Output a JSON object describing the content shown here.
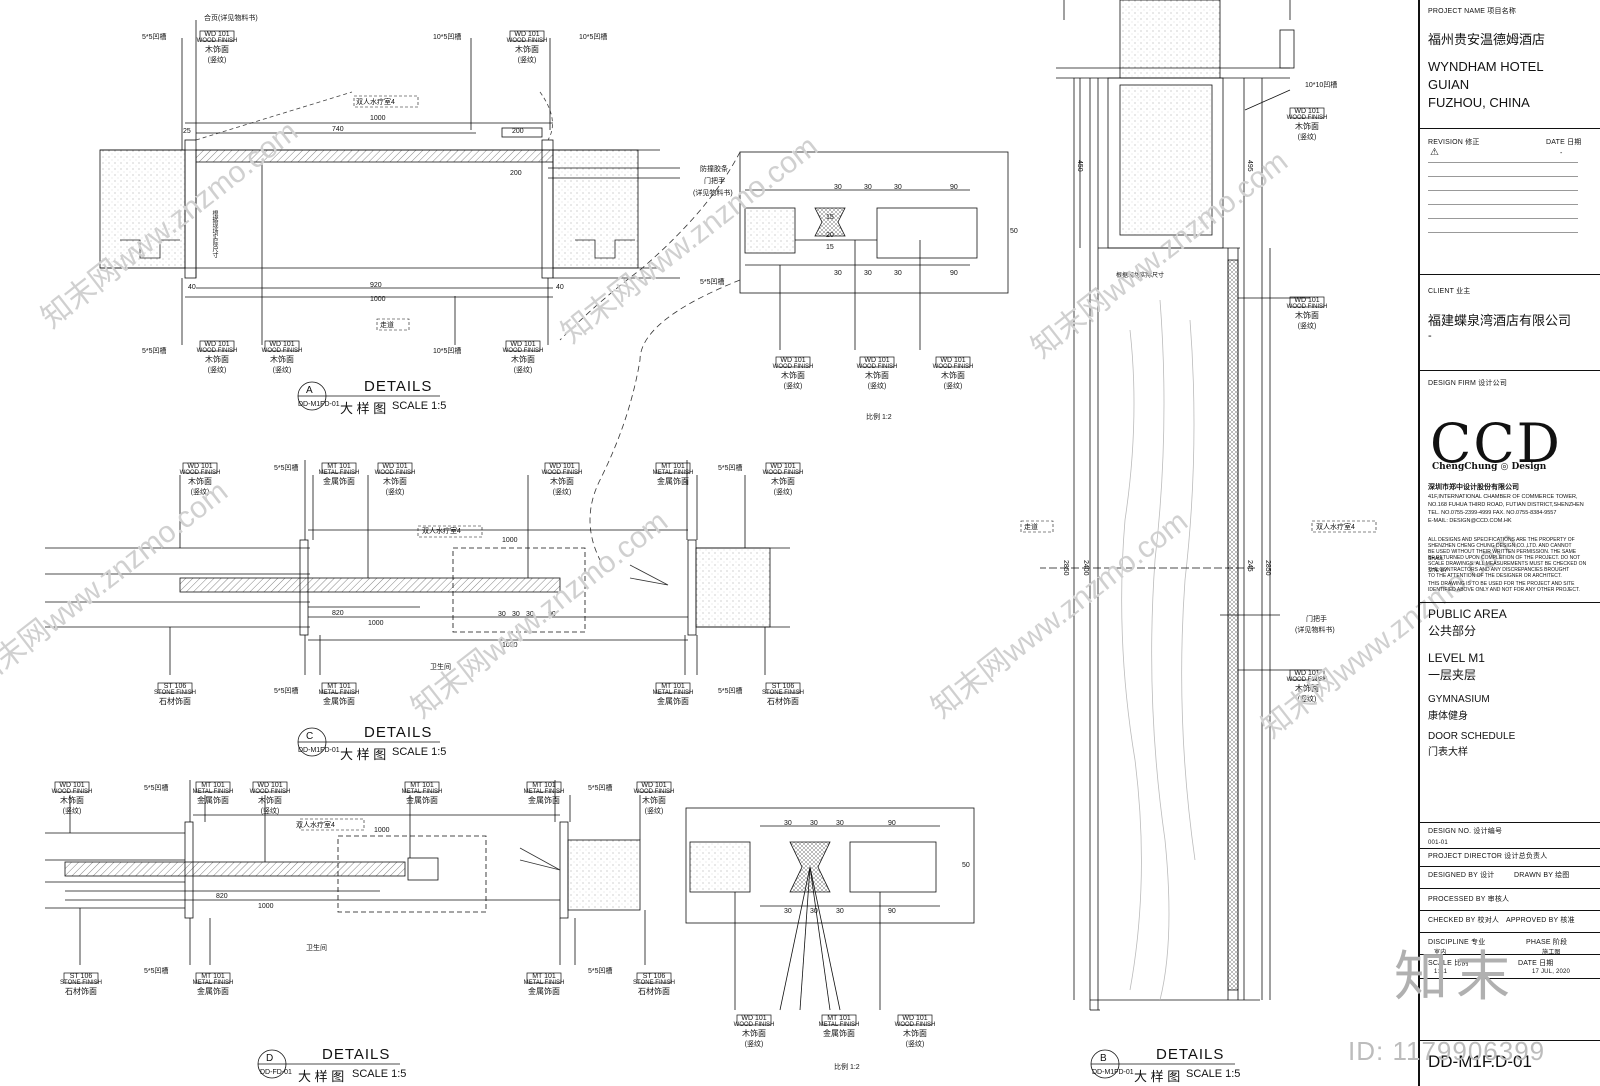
{
  "title_block": {
    "project_label": "PROJECT NAME 项目名称",
    "project_cn": "福州贵安温德姆酒店",
    "project_en": [
      "WYNDHAM HOTEL",
      "GUIAN",
      "FUZHOU, CHINA"
    ],
    "revision_label": "REVISION 修正",
    "date_label": "DATE 日期",
    "revision_value": "-",
    "client_label": "CLIENT 业主",
    "client_value": "福建蝶泉湾酒店有限公司",
    "client_dash": "-",
    "design_firm_label": "DESIGN FIRM 设计公司",
    "logo": "CCD",
    "logo_sub": "ChengChung ◎ Design",
    "firm_name": "深圳市郑中设计股份有限公司",
    "firm_address": [
      "41F,INTERNATIONAL CHAMBER OF COMMERCE TOWER,",
      "NO.168 FUHUA THIRD ROAD, FUTIAN DISTRICT,SHENZHEN",
      "TEL. NO.0755-2399-4999    FAX. NO.0755-8384-9557",
      "E-MAIL: DESIGN@CCD.COM.HK"
    ],
    "disclaimer": [
      "ALL DESIGNS AND SPECIFICATIONS ARE THE PROPERTY OF",
      "SHENZHEN CHENG CHUNG DESIGN CO.,LTD. AND CANNOT",
      "BE USED WITHOUT THEIR WRITTEN PERMISSION. THE SAME SHALL",
      "BE RETURNED UPON COMPLETION OF THE PROJECT. DO NOT",
      "SCALE DRAWINGS. ALL MEASUREMENTS MUST BE CHECKED ON SITE BY",
      "THE CONTRACTORS AND ANY DISCREPANCIES BROUGHT",
      "TO THE ATTENTION OF THE DESIGNER OR ARCHITECT.",
      "THIS DRAWING IS TO BE USED FOR THE PROJECT AND SITE",
      "IDENTIFIED ABOVE ONLY AND NOT FOR ANY OTHER PROJECT."
    ],
    "area_en": "PUBLIC AREA",
    "area_cn": "公共部分",
    "level_en": "LEVEL  M1",
    "level_cn": "一层夹层",
    "room_en": "GYMNASIUM",
    "room_cn": "康体健身",
    "sheet_en": "DOOR SCHEDULE",
    "sheet_cn": "门表大样",
    "design_no_label": "DESIGN NO.  设计编号",
    "design_no": "001-01",
    "director_label": "PROJECT DIRECTOR  设计总负责人",
    "designed_label": "DESIGNED BY  设计",
    "drawn_label": "DRAWN BY  绘图",
    "processed_label": "PROCESSED BY 审核人",
    "checked_label": "CHECKED BY  校对人",
    "approved_label": "APPROVED BY  核准",
    "discipline_label": "DISCIPLINE  专业",
    "phase_label": "PHASE  阶段",
    "discipline_value": "室内",
    "phase_value": "施工图",
    "scale_label": "SCALE  比例",
    "date2_label": "DATE  日期",
    "scale_value": "1:A1",
    "date_value": "17 JUL, 2020",
    "drawing_no": "DD-M1F.D-01"
  },
  "details": [
    {
      "id": "A",
      "ref": "DD-M1FD-01",
      "title": "DETAILS",
      "subtitle": "大 样 图",
      "scale": "SCALE  1:5"
    },
    {
      "id": "C",
      "ref": "DD-M1FD-01",
      "title": "DETAILS",
      "subtitle": "大 样 图",
      "scale": "SCALE  1:5"
    },
    {
      "id": "D",
      "ref": "DD-FD-01",
      "title": "DETAILS",
      "subtitle": "大 样 图",
      "scale": "SCALE  1:5"
    },
    {
      "id": "B",
      "ref": "DD-M1FD-01",
      "title": "DETAILS",
      "subtitle": "大 样 图",
      "scale": "SCALE  1:5"
    }
  ],
  "tags": {
    "wd_code": "WD",
    "wd_num": "101",
    "wd_en": "WOOD FINISH",
    "wd_cn": "木饰面",
    "wd_note": "(竖纹)",
    "mt_code": "MT",
    "mt_num": "101",
    "mt_en": "METAL FINISH",
    "mt_cn": "金属饰面",
    "st_code": "ST",
    "st_num": "106",
    "st_en": "STONE FINISH",
    "st_cn": "石材饰面"
  },
  "notes": {
    "groove5": "5*5凹槽",
    "groove10": "10*5凹槽",
    "groove1010": "10*10凹槽",
    "hinge": "合页(详见物料书)",
    "bumper": "防撞胶条",
    "handle": "门把手",
    "handle_ref": "(详见物料书)",
    "room_massage": "双人水疗室4",
    "corridor": "走道",
    "washroom": "卫生间",
    "site_measure": "根据现场实际尺寸",
    "scale12": "比例 1:2"
  },
  "dims": {
    "d1000": "1000",
    "d740": "740",
    "d200": "200",
    "d920": "920",
    "d40": "40",
    "d25": "25",
    "d30": "30",
    "d90": "90",
    "d50": "50",
    "d15": "15",
    "d20": "20",
    "d820": "820",
    "d2850": "2850",
    "d2400": "2400",
    "d450": "450",
    "d495": "495",
    "d245": "245"
  },
  "watermark": {
    "text": "知末网www.znzmo.com",
    "brand": "知末",
    "id": "ID: 1179906399"
  }
}
